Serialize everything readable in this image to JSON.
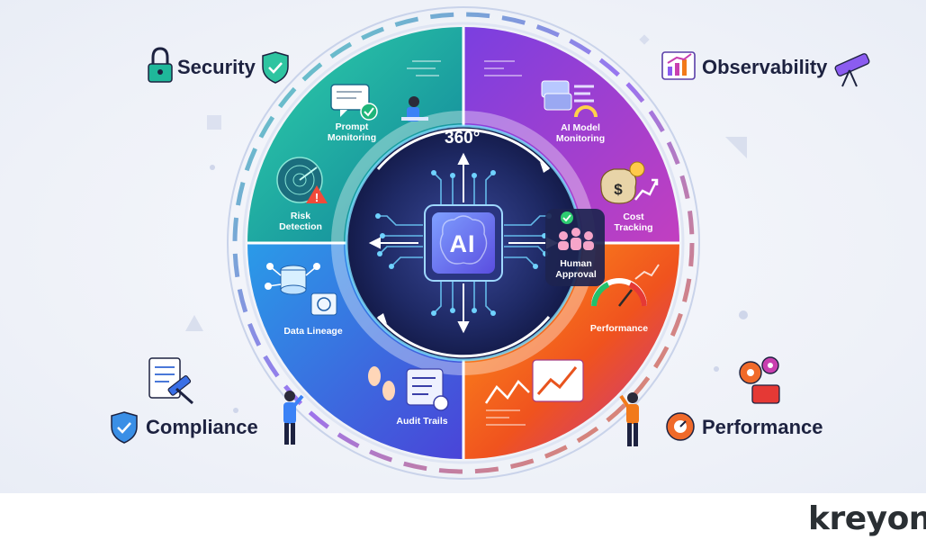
{
  "center": {
    "chip_label": "AI",
    "cycle_label": "360°"
  },
  "segments": {
    "prompt_monitoring": "Prompt\nMonitoring",
    "risk_detection": "Risk\nDetection",
    "ai_model_monitoring": "AI Model\nMonitoring",
    "cost_tracking": "Cost\nTracking",
    "human_approval": "Human\nApproval",
    "performance": "Performance",
    "data_lineage": "Data Lineage",
    "audit_trails": "Audit Trails"
  },
  "pillars": {
    "security": "Security",
    "observability": "Observability",
    "compliance": "Compliance",
    "performance": "Performance"
  },
  "colors": {
    "teal": "#17b39b",
    "purple": "#8a3fd6",
    "blue": "#3a6fe6",
    "orange": "#f27a1a",
    "magenta": "#c93fb0",
    "navy": "#1d2240"
  },
  "icons": [
    "lock-icon",
    "shield-check-icon",
    "chart-up-icon",
    "telescope-icon",
    "legal-document-gavel-icon",
    "gear-engine-icon",
    "gauge-gear-icon"
  ],
  "brand": {
    "logo_text": "kreyon"
  }
}
